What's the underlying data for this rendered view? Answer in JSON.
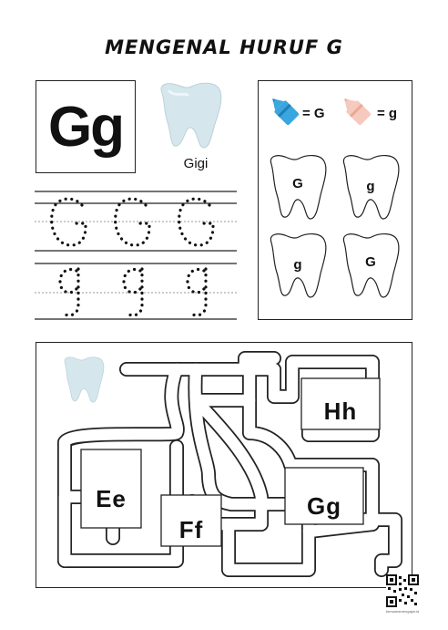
{
  "title": "MENGENAL HURUF G",
  "letter_card": {
    "letter": "Gg"
  },
  "picture": {
    "word": "Gigi",
    "icon": "tooth-icon"
  },
  "tracing": {
    "upper": "G",
    "lower": "g"
  },
  "legend": {
    "upper_label": "= G",
    "lower_label": "= g",
    "upper_color": "#3aa6e0",
    "lower_color": "#f6c9bd"
  },
  "teeth_letters": [
    "G",
    "g",
    "g",
    "G"
  ],
  "maze": {
    "labels": [
      "Hh",
      "Ee",
      "Ff",
      "Gg"
    ],
    "start_icon": "tooth-icon"
  },
  "footer": {
    "text": "bersamamengajar.id"
  },
  "colors": {
    "tooth_fill": "#d5e7ec",
    "ink": "#111111"
  }
}
